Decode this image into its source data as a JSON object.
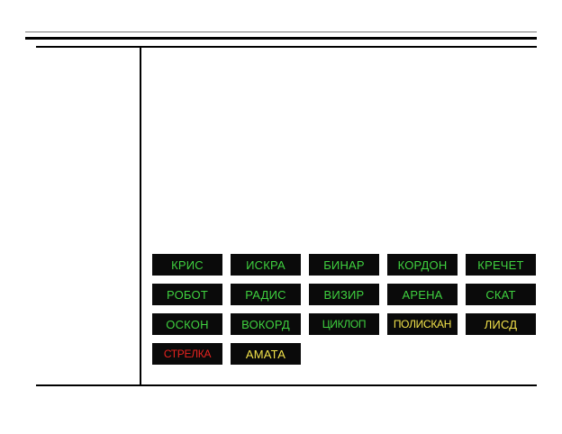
{
  "colors": {
    "green": "#3fd13f",
    "yellow": "#f2e24a",
    "red": "#e8231f"
  },
  "badges": [
    {
      "label": "КРИС",
      "color": "green"
    },
    {
      "label": "ИСКРА",
      "color": "green"
    },
    {
      "label": "БИНАР",
      "color": "green"
    },
    {
      "label": "КОРДОН",
      "color": "green"
    },
    {
      "label": "КРЕЧЕТ",
      "color": "green"
    },
    {
      "label": "РОБОТ",
      "color": "green"
    },
    {
      "label": "РАДИС",
      "color": "green"
    },
    {
      "label": "ВИЗИР",
      "color": "green"
    },
    {
      "label": "АРЕНА",
      "color": "green"
    },
    {
      "label": "СКАТ",
      "color": "green"
    },
    {
      "label": "ОСКОН",
      "color": "green"
    },
    {
      "label": "ВОКОРД",
      "color": "green"
    },
    {
      "label": "ЦИКЛОП",
      "color": "green"
    },
    {
      "label": "ПОЛИСКАН",
      "color": "yellow"
    },
    {
      "label": "ЛИСД",
      "color": "yellow"
    },
    {
      "label": "СТРЕЛКА",
      "color": "red"
    },
    {
      "label": "АМАТА",
      "color": "yellow"
    }
  ]
}
